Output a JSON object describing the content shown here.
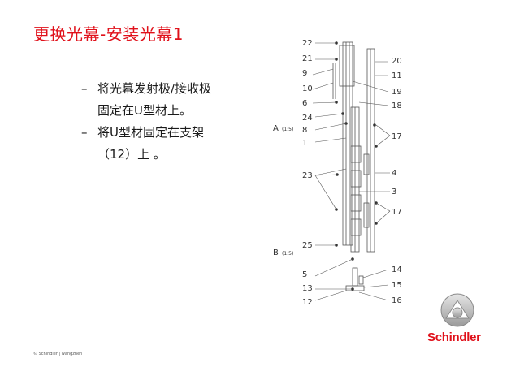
{
  "title": "更换光幕-安装光幕1",
  "bullets": [
    {
      "dash": "–",
      "lines": [
        "将光幕发射极/接收极",
        "固定在U型材上。"
      ]
    },
    {
      "dash": "–",
      "lines": [
        "将U型材固定在支架",
        "（12）上 。"
      ]
    }
  ],
  "drawing": {
    "part_labels_left": [
      "22",
      "21",
      "9",
      "10",
      "6",
      "24",
      "8",
      "1",
      "23",
      "25",
      "5",
      "13",
      "12"
    ],
    "part_labels_right": [
      "20",
      "11",
      "19",
      "18",
      "17",
      "4",
      "3",
      "17",
      "14",
      "15",
      "16"
    ],
    "detail_a": "A",
    "detail_a_scale": "(1:5)",
    "detail_b": "B",
    "detail_b_scale": "(1:5)"
  },
  "logo": {
    "word": "Schindler"
  },
  "footer": "© Schindler | wangzhen",
  "colors": {
    "title": "#e0101a",
    "brand": "#e0101a",
    "line": "#555555"
  }
}
